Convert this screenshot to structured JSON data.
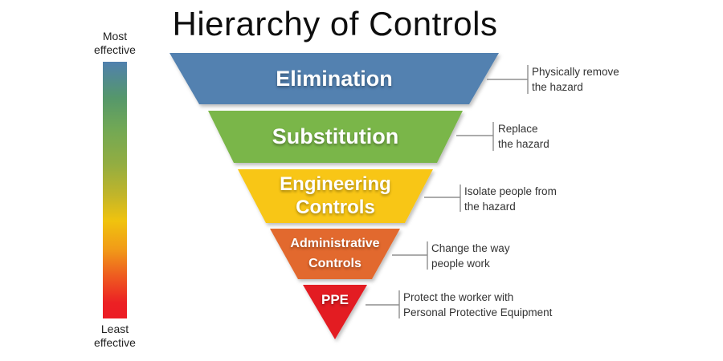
{
  "title": "Hierarchy of Controls",
  "scale": {
    "top_label": "Most\neffective",
    "bottom_label": "Least\neffective",
    "gradient_stops": [
      "#5080ae",
      "#71a855",
      "#c2b529",
      "#f0c30e",
      "#ee5e20",
      "#ec1c24"
    ]
  },
  "connector_color": "#8f8f8f",
  "levels": [
    {
      "label": "Elimination",
      "color": "#5381b0",
      "description": "Physically remove\nthe hazard"
    },
    {
      "label": "Substitution",
      "color": "#7ab648",
      "description": "Replace\nthe hazard"
    },
    {
      "label": "Engineering\nControls",
      "color": "#f8c617",
      "description": "Isolate people from\nthe hazard"
    },
    {
      "label": "Administrative\nControls",
      "color": "#e2692e",
      "description": "Change the way\npeople work"
    },
    {
      "label": "PPE",
      "color": "#e31b23",
      "description": "Protect the worker with\nPersonal Protective Equipment"
    }
  ]
}
